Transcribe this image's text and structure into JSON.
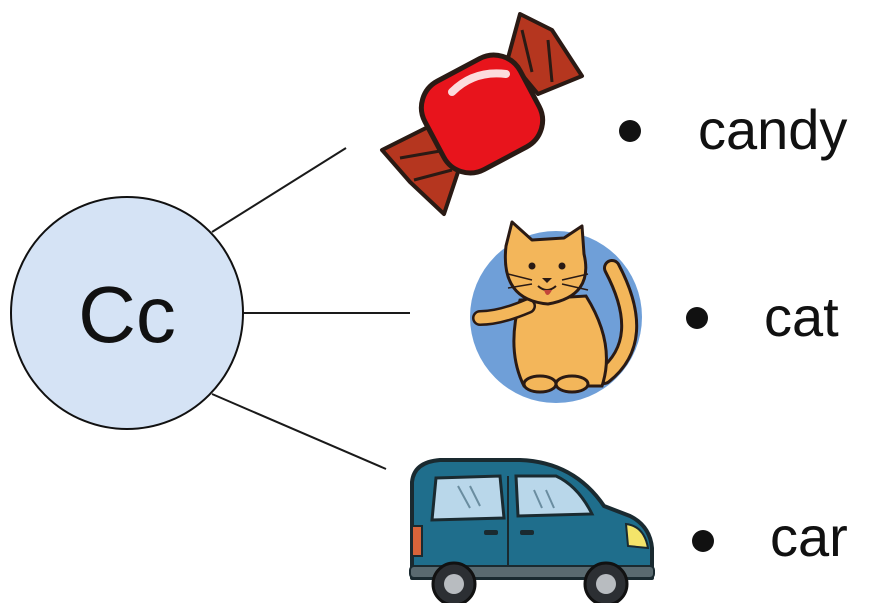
{
  "center": {
    "letter": "Cc",
    "fill": "#d5e3f5"
  },
  "items": [
    {
      "word": "candy",
      "picture": "candy-icon"
    },
    {
      "word": "cat",
      "picture": "cat-icon"
    },
    {
      "word": "car",
      "picture": "car-icon"
    }
  ],
  "colors": {
    "line": "#1a1a1a",
    "candy": "#e8141c",
    "wrapper": "#b5361f",
    "cat_body": "#f3b65a",
    "cat_bg": "#6f9fd8",
    "car_body": "#1f6e8c",
    "car_window": "#b9d7ea"
  }
}
